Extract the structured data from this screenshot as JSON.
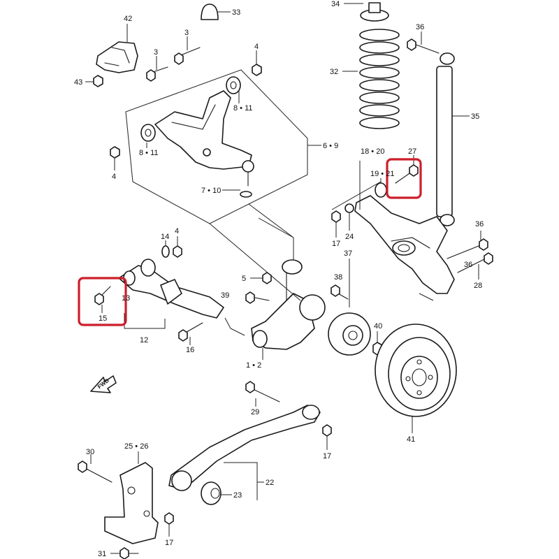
{
  "callouts": {
    "c1": "42",
    "c2": "33",
    "c3": "34",
    "c4": "3",
    "c5": "3",
    "c6": "4",
    "c7": "36",
    "c8": "43",
    "c9": "32",
    "c10": "8 • 11",
    "c11": "8 • 11",
    "c12": "35",
    "c13": "4",
    "c14": "6 • 9",
    "c15": "18 • 20",
    "c16": "27",
    "c17": "19 • 21",
    "c18": "7 • 10",
    "c19": "17",
    "c20": "24",
    "c21": "36",
    "c22": "14",
    "c23": "4",
    "c24": "37",
    "c25": "5",
    "c26": "36",
    "c27": "38",
    "c28": "28",
    "c29": "13",
    "c30": "39",
    "c31": "15",
    "c32": "40",
    "c33": "12",
    "c34": "16",
    "c35": "1 • 2",
    "c36": "29",
    "c37": "41",
    "c38": "30",
    "c39": "25 • 26",
    "c40": "17",
    "c41": "22",
    "c42": "23",
    "c43": "17",
    "c44": "31"
  },
  "fwd_label": "FWD",
  "highlight_color": "#cc1f2b"
}
